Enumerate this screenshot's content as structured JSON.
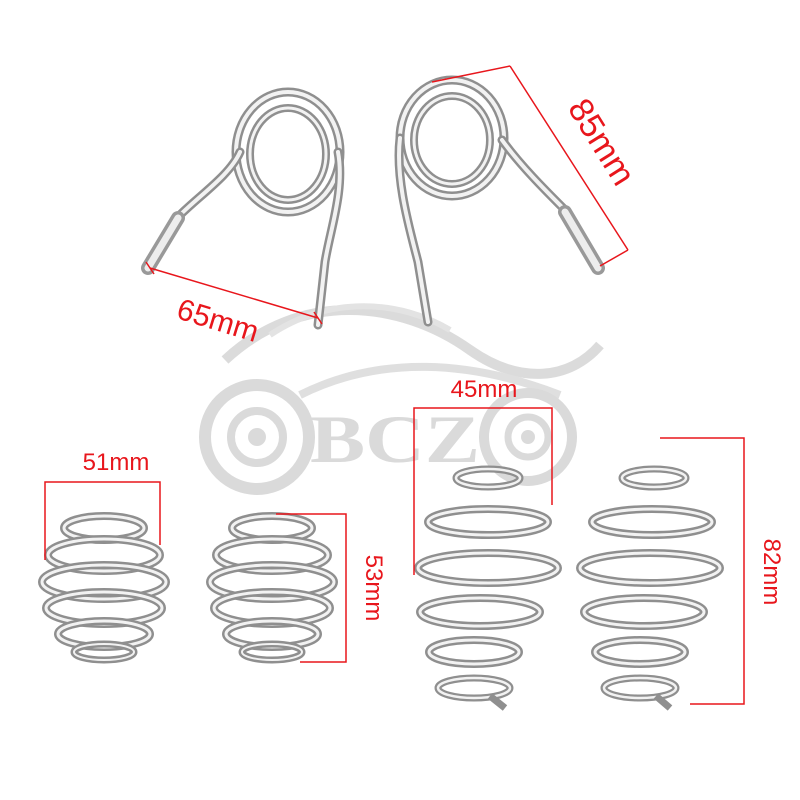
{
  "watermark": {
    "text": "BCZ"
  },
  "dimensions": {
    "bracket_width": "65mm",
    "bracket_height": "85mm",
    "small_spring_width": "51mm",
    "small_spring_height": "53mm",
    "large_spring_width": "45mm",
    "large_spring_height": "82mm"
  },
  "colors": {
    "dimension_lines": "#e8161c",
    "chrome": "#9a9a9a",
    "watermark": "#d6d6d6"
  }
}
